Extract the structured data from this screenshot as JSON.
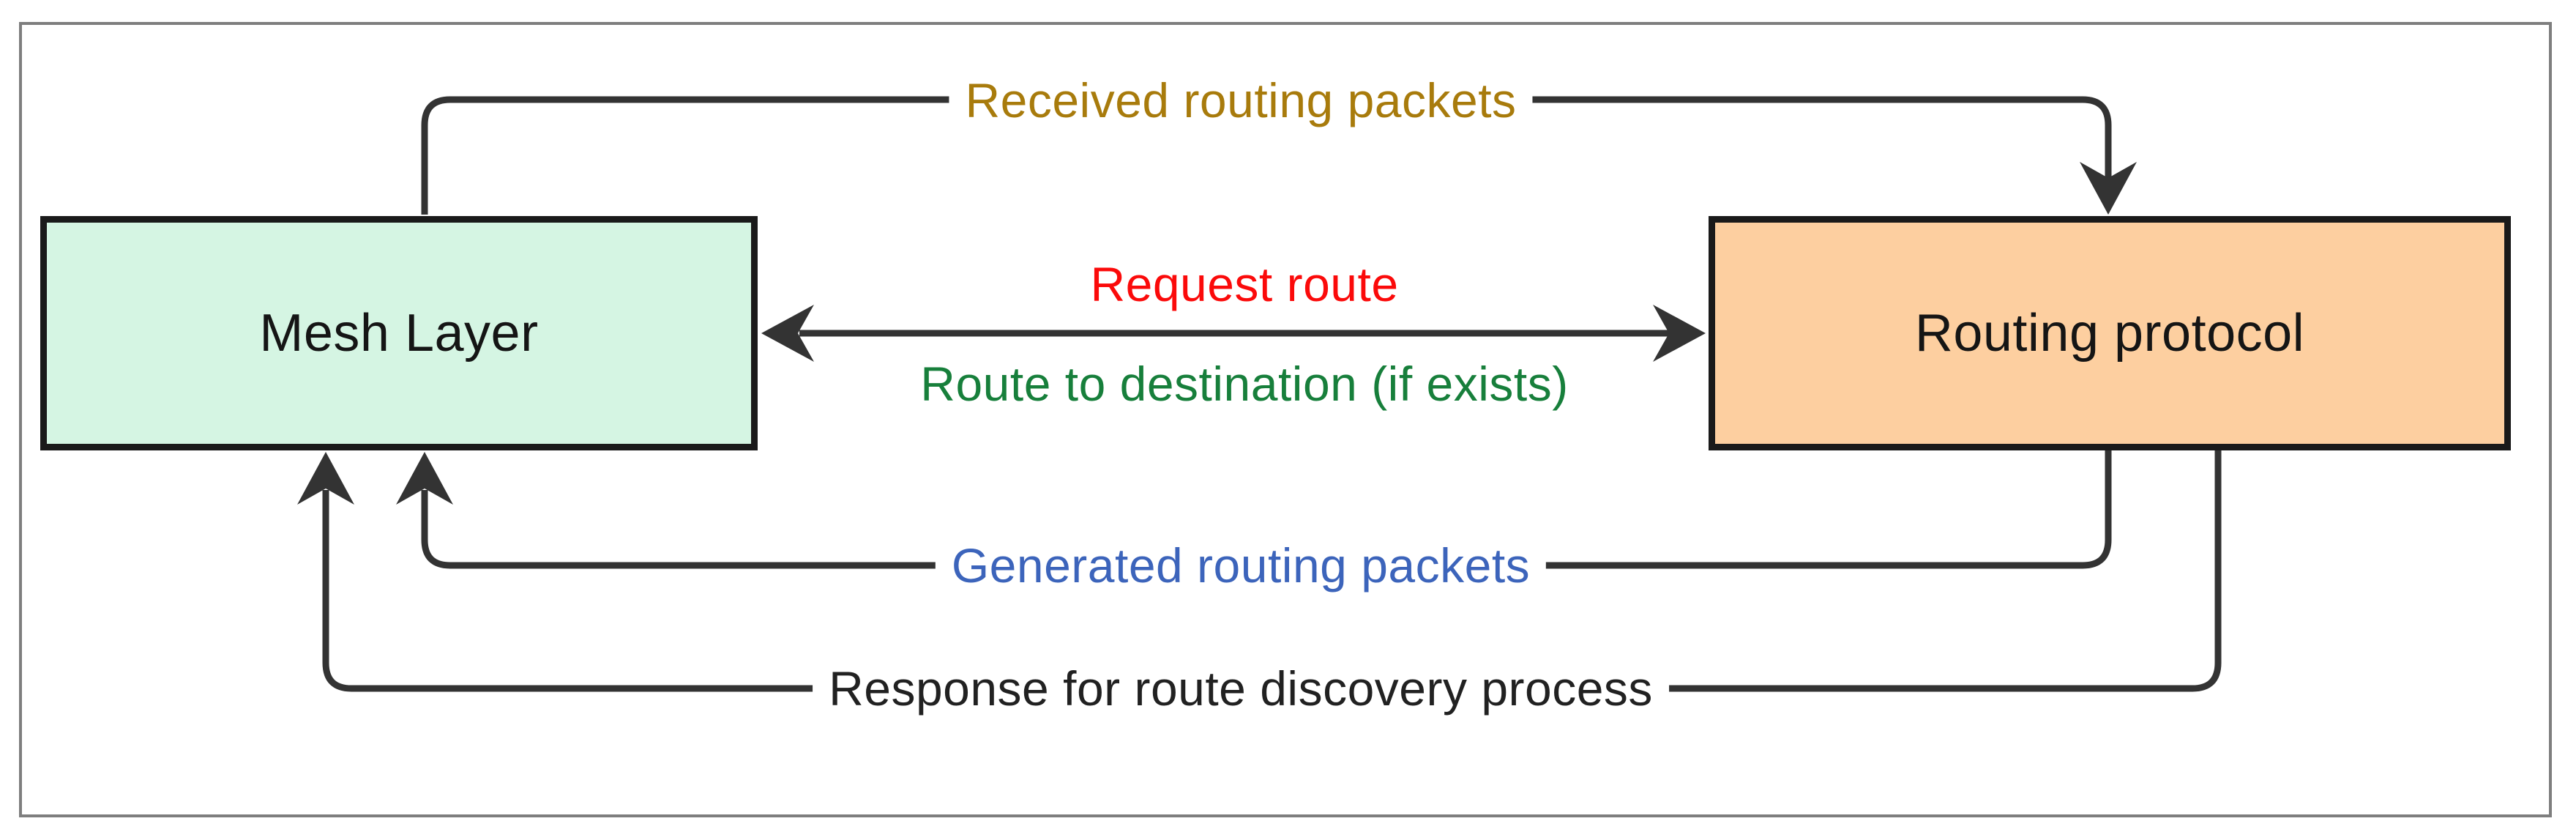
{
  "diagram": {
    "line_color": "#333333",
    "frame_color": "#7e7e7e",
    "node_border_color": "#1a1a1a",
    "node_text_color": "#151515",
    "nodes": [
      {
        "id": "mesh-layer",
        "label": "Mesh Layer",
        "fill": "#d5f5e3"
      },
      {
        "id": "routing-protocol",
        "label": "Routing protocol",
        "fill": "#fdcfa0"
      }
    ],
    "edges": [
      {
        "id": "received-routing-packets",
        "label": "Received routing packets",
        "color": "#a87b0c",
        "from": "Mesh Layer",
        "to": "Routing protocol",
        "direction": "one-way"
      },
      {
        "id": "request-route",
        "label": "Request route",
        "color": "#fb0a0a",
        "from": "Mesh Layer",
        "to": "Routing protocol",
        "direction": "two-way"
      },
      {
        "id": "route-to-destination",
        "label": "Route to destination (if exists)",
        "color": "#177f3b",
        "from": "Routing protocol",
        "to": "Mesh Layer",
        "direction": "two-way"
      },
      {
        "id": "generated-routing-packets",
        "label": "Generated routing packets",
        "color": "#3c64bb",
        "from": "Routing protocol",
        "to": "Mesh Layer",
        "direction": "one-way"
      },
      {
        "id": "response-route-discovery",
        "label": "Response for route discovery process",
        "color": "#212121",
        "from": "Routing protocol",
        "to": "Mesh Layer",
        "direction": "one-way"
      }
    ]
  }
}
